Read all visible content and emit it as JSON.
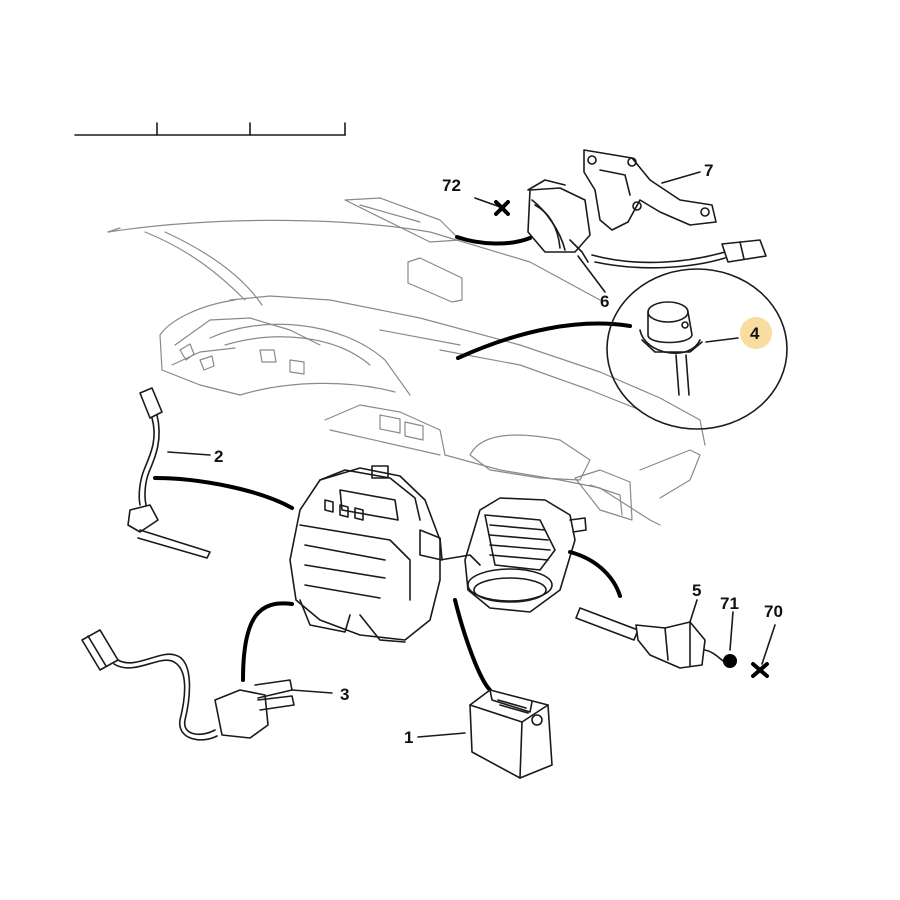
{
  "callouts": {
    "c1": "1",
    "c2": "2",
    "c3": "3",
    "c4": "4",
    "c5": "5",
    "c6": "6",
    "c7": "7",
    "c70": "70",
    "c71": "71",
    "c72": "72"
  },
  "highlight_color": "#f8dca0"
}
